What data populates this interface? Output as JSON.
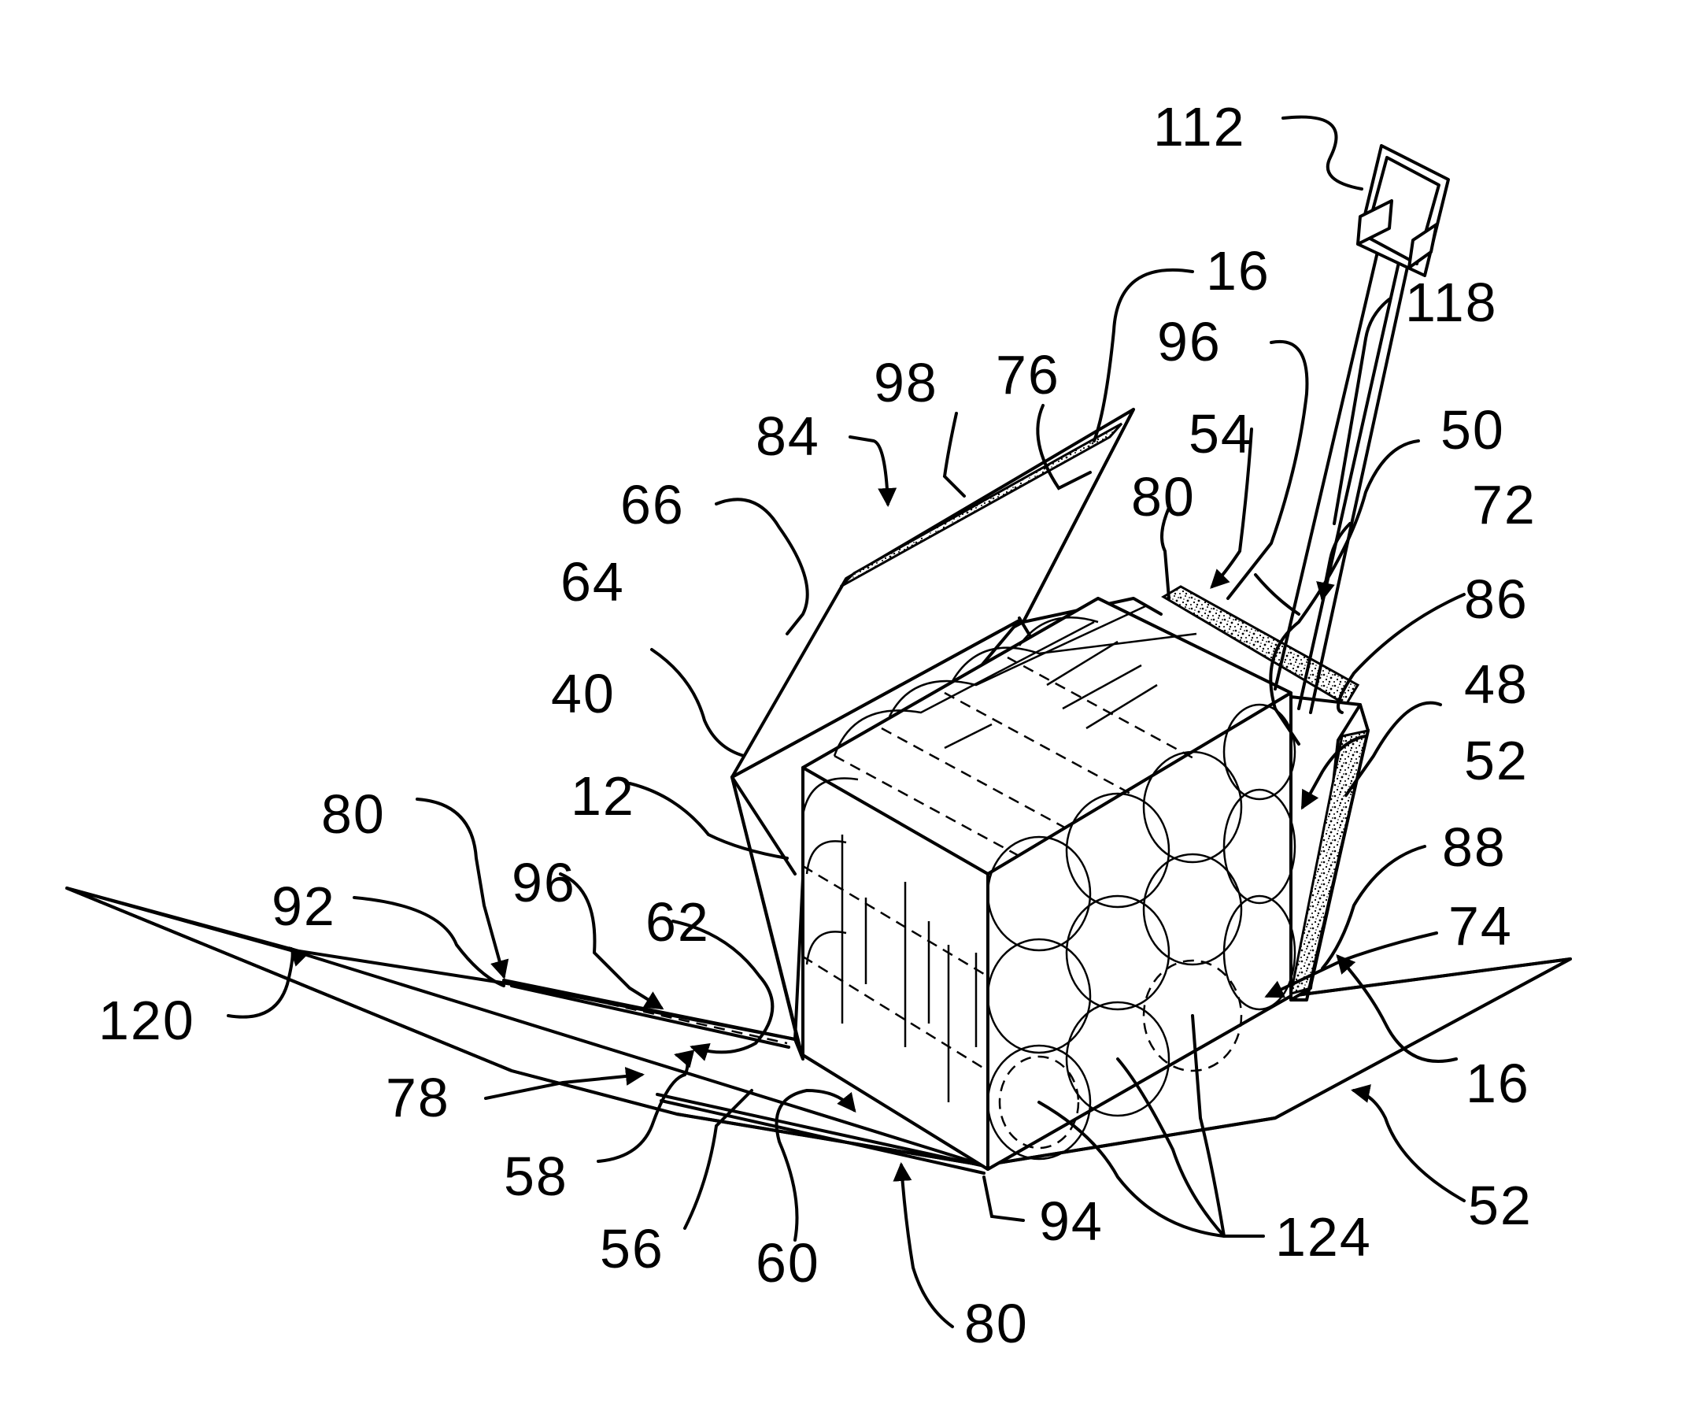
{
  "figure": {
    "labels": {
      "l112": "112",
      "l16a": "16",
      "l118": "118",
      "l96a": "96",
      "l98": "98",
      "l76": "76",
      "l84": "84",
      "l54": "54",
      "l50": "50",
      "l80a": "80",
      "l66": "66",
      "l72": "72",
      "l64": "64",
      "l86": "86",
      "l40": "40",
      "l48": "48",
      "l52a": "52",
      "l12": "12",
      "l80b": "80",
      "l88": "88",
      "l92": "92",
      "l96b": "96",
      "l62": "62",
      "l74": "74",
      "l120": "120",
      "l16b": "16",
      "l78": "78",
      "l58": "58",
      "l52b": "52",
      "l56": "56",
      "l60": "60",
      "l94": "94",
      "l124": "124",
      "l80c": "80"
    }
  }
}
